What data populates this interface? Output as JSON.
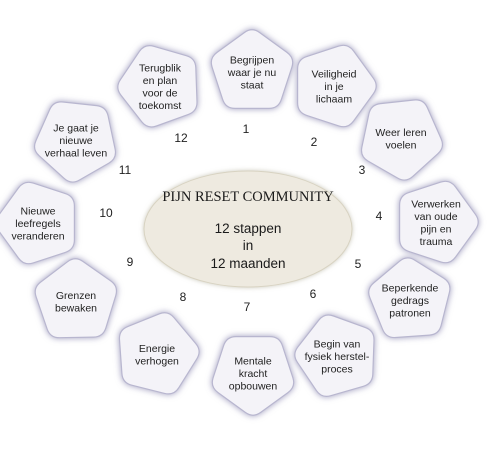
{
  "center": {
    "title": "PIJN RESET COMMUNITY",
    "subtitle_lines": [
      "12 stappen",
      "in",
      "12 maanden"
    ]
  },
  "colors": {
    "node_fill": "#f4f3f8",
    "node_stroke": "#b8b6cf",
    "node_glow": "#8f8cb3",
    "center_fill": "#eeeae0",
    "text": "#222222"
  },
  "steps": [
    {
      "number": "1",
      "lines": [
        "Begrijpen",
        "waar je nu",
        "staat"
      ]
    },
    {
      "number": "2",
      "lines": [
        "Veiligheid",
        "in je",
        "lichaam"
      ]
    },
    {
      "number": "3",
      "lines": [
        "Weer leren",
        "voelen"
      ]
    },
    {
      "number": "4",
      "lines": [
        "Verwerken",
        "van oude",
        "pijn en",
        "trauma"
      ]
    },
    {
      "number": "5",
      "lines": [
        "Beperkende",
        "gedrags",
        "patronen"
      ]
    },
    {
      "number": "6",
      "lines": [
        "Begin van",
        "fysiek herstel-",
        "proces"
      ]
    },
    {
      "number": "7",
      "lines": [
        "Mentale",
        "kracht",
        "opbouwen"
      ]
    },
    {
      "number": "8",
      "lines": [
        "Energie",
        "verhogen"
      ]
    },
    {
      "number": "9",
      "lines": [
        "Grenzen",
        "bewaken"
      ]
    },
    {
      "number": "10",
      "lines": [
        "Nieuwe",
        "leefregels",
        "veranderen"
      ]
    },
    {
      "number": "11",
      "lines": [
        "Je gaat je",
        "nieuwe",
        "verhaal leven"
      ]
    },
    {
      "number": "12",
      "lines": [
        "Terugblik",
        "en plan",
        "voor de",
        "toekomst"
      ]
    }
  ]
}
